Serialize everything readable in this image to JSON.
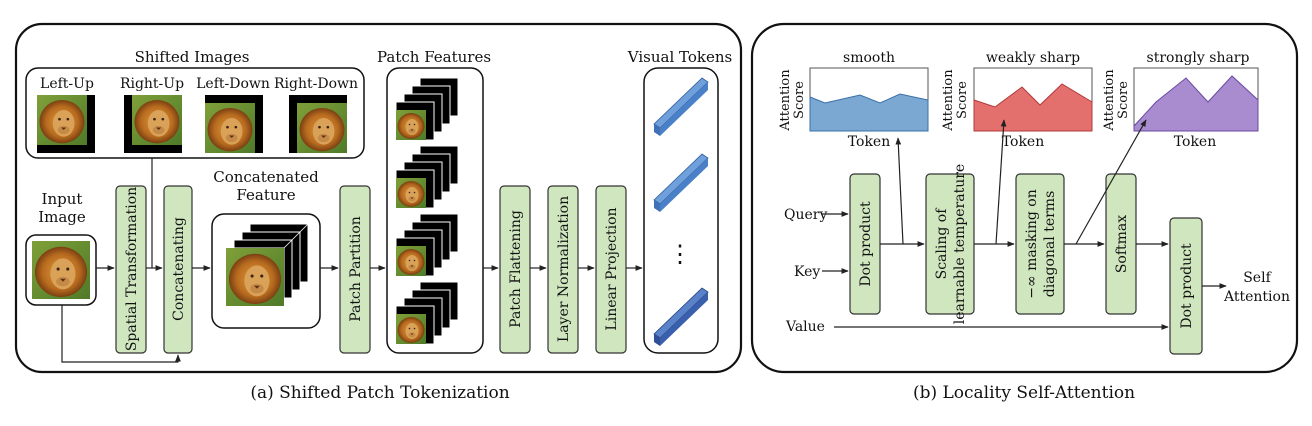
{
  "colors": {
    "block_fill": "#cfe6bf",
    "block_stroke": "#333333",
    "token_blue": "#4a80c8",
    "smooth_fill": "#7aa8d3",
    "weak_fill": "#e4706e",
    "strong_fill": "#a98bd0"
  },
  "icons": [
    "lion-image-icon",
    "feature-stack-icon",
    "token-bar-icon",
    "arrow-icon"
  ],
  "spt": {
    "caption": "(a) Shifted Patch Tokenization",
    "shifted_images_title": "Shifted Images",
    "shifts": [
      "Left-Up",
      "Right-Up",
      "Left-Down",
      "Right-Down"
    ],
    "input_label_1": "Input",
    "input_label_2": "Image",
    "spatial_transformation": "Spatial Transformation",
    "concatenating": "Concatenating",
    "concat_feature_1": "Concatenated",
    "concat_feature_2": "Feature",
    "patch_partition": "Patch Partition",
    "patch_features": "Patch Features",
    "patch_flattening": "Patch Flattening",
    "layer_normalization": "Layer Normalization",
    "linear_projection": "Linear Projection",
    "visual_tokens": "Visual Tokens",
    "ellipsis": "⋮"
  },
  "lsa": {
    "caption": "(b) Locality Self-Attention",
    "charts": [
      {
        "title": "smooth",
        "xlabel": "Token",
        "ylabel_1": "Attention",
        "ylabel_2": "Score"
      },
      {
        "title": "weakly sharp",
        "xlabel": "Token",
        "ylabel_1": "Attention",
        "ylabel_2": "Score"
      },
      {
        "title": "strongly sharp",
        "xlabel": "Token",
        "ylabel_1": "Attention",
        "ylabel_2": "Score"
      }
    ],
    "query": "Query",
    "key": "Key",
    "value": "Value",
    "dot_product_1": "Dot product",
    "scaling_1": "Scaling of",
    "scaling_2": "learnable temperature",
    "masking_1": "−∞ masking on",
    "masking_2": "diagonal terms",
    "softmax": "Softmax",
    "dot_product_2": "Dot product",
    "self": "Self",
    "attention": "Attention"
  }
}
